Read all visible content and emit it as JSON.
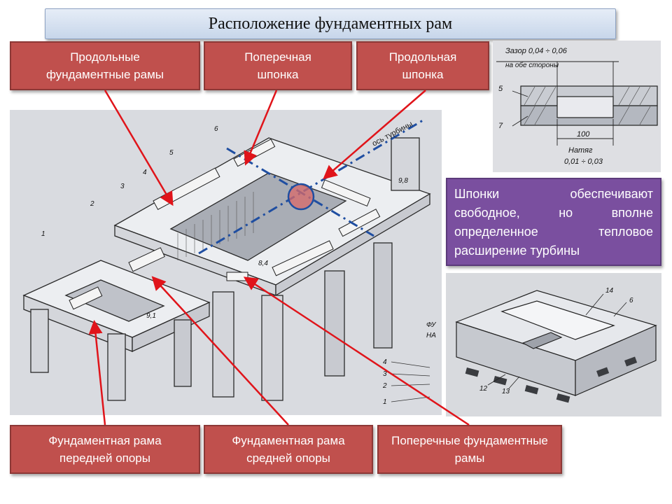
{
  "title": "Расположение фундаментных рам",
  "labels": {
    "longitudinal_frames": "Продольные фундаментные рамы",
    "transverse_key": "Поперечная шпонка",
    "longitudinal_key": "Продольная шпонка",
    "front_support_frame": "Фундаментная рама передней опоры",
    "middle_support_frame": "Фундаментная рама средней опоры",
    "transverse_frames": "Поперечные фундаментные рамы"
  },
  "note": "Шпонки обеспечивают свободное, но вполне определенное тепловое расширение турбины",
  "detail_top": {
    "gap_label": "Зазор 0,04 ÷ 0,06",
    "gap_sub": "на обе стороны",
    "dim": "100",
    "interference_label": "Натяг",
    "interference_value": "0,01 ÷ 0,03",
    "callouts": [
      "5",
      "7"
    ]
  },
  "detail_bottom": {
    "callouts": [
      "14",
      "6",
      "12",
      "13"
    ]
  },
  "drawing": {
    "axis_label": "ось турбины",
    "callouts": [
      "1",
      "2",
      "3",
      "4",
      "5",
      "6",
      "9,8",
      "8,4",
      "9,1"
    ],
    "side_callouts": [
      "4",
      "3",
      "2",
      "1"
    ],
    "side_text": [
      "ФУ",
      "НА"
    ]
  },
  "colors": {
    "label_fill": "#c0504d",
    "note_fill": "#7a4f9f",
    "arrow": "#e0141a",
    "axis": "#1f4ea1"
  }
}
